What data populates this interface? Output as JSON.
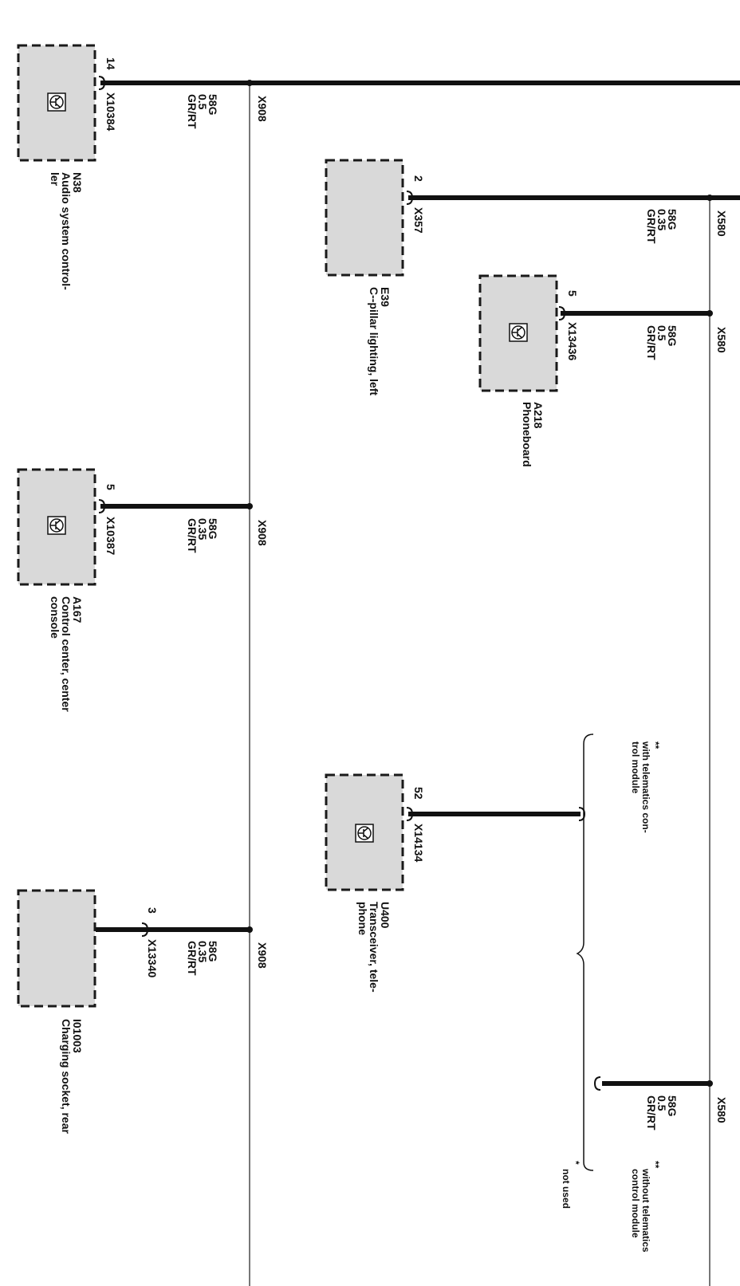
{
  "colors": {
    "wire": "#111111",
    "bus": "#777777",
    "component_fill": "#d9d9d9",
    "component_border": "#1a1a1a"
  },
  "components": [
    {
      "id": "N38",
      "name": "Audio system  control-",
      "name2": "ler",
      "connector": "X10384",
      "pin": "14",
      "icon": "transistor-icon",
      "wire": [
        "58G",
        "0.5",
        "GR/RT"
      ],
      "splice": "X908"
    },
    {
      "id": "E39",
      "name": "C--pillar lighting, left",
      "connector": "X357",
      "pin": "2",
      "icon": "",
      "wire": [
        "58G",
        "0.35",
        "GR/RT"
      ],
      "splice": "X580"
    },
    {
      "id": "A218",
      "name": "Phoneboard",
      "connector": "X13436",
      "pin": "5",
      "icon": "transistor-icon",
      "wire": [
        "58G",
        "0.5",
        "GR/RT"
      ],
      "splice": "X580"
    },
    {
      "id": "A167",
      "name": "Control center, center",
      "name2": "console",
      "connector": "X10387",
      "pin": "5",
      "icon": "transistor-icon",
      "wire": [
        "58G",
        "0.35",
        "GR/RT"
      ],
      "splice": "X908"
    },
    {
      "id": "U400",
      "name": "Transceiver, tele-",
      "name2": "phone",
      "connector": "X14134",
      "pin": "52",
      "icon": "transistor-icon"
    },
    {
      "id": "I01003",
      "name": "Charging socket, rear",
      "connector": "X13340",
      "pin": "3",
      "icon": "",
      "wire": [
        "58G",
        "0.35",
        "GR/RT"
      ],
      "splice": "X908"
    }
  ],
  "variant_wire": {
    "wire": [
      "58G",
      "0.5",
      "GR/RT"
    ],
    "splice": "X580"
  },
  "notes": {
    "with_tcm_line1": "with telematics con-",
    "with_tcm_line2": "trol module",
    "without_tcm_line1": "without telematics",
    "without_tcm_line2": "control module",
    "not_used": "not used",
    "marker": "*",
    "marker2": "**"
  }
}
